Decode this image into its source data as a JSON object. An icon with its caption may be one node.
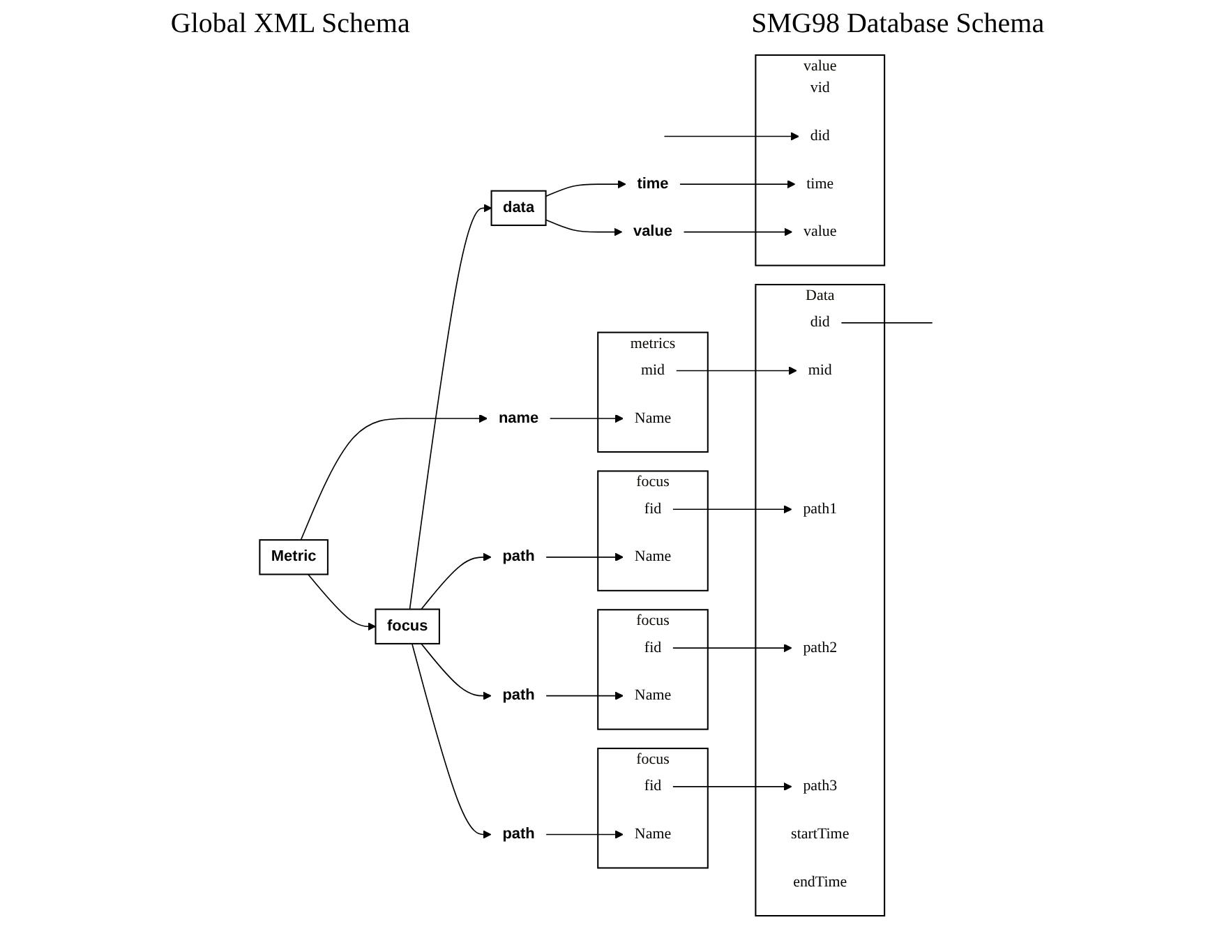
{
  "diagram": {
    "nodes": [
      {
        "text": [
          "Metric"
        ]
      },
      {
        "text": [
          "name"
        ]
      },
      {
        "text": [
          "focus"
        ]
      },
      {
        "text": [
          "path"
        ]
      },
      {
        "text": [
          "path"
        ]
      },
      {
        "text": [
          "path"
        ]
      },
      {
        "text": [
          "data"
        ]
      },
      {
        "text": [
          "time"
        ]
      },
      {
        "text": [
          "value"
        ]
      },
      {
        "text": [
          "metrics"
        ]
      },
      {
        "text": [
          "mid"
        ],
        "in": 9
      },
      {
        "text": [
          "Name"
        ],
        "in": 9
      },
      {
        "text": [
          "focus"
        ]
      },
      {
        "text": [
          "fid"
        ],
        "in": 12
      },
      {
        "text": [
          "Name"
        ],
        "in": 12
      },
      {
        "text": [
          "focus"
        ]
      },
      {
        "text": [
          "fid"
        ],
        "in": 15
      },
      {
        "text": [
          "Name"
        ],
        "in": 15
      },
      {
        "text": [
          "focus"
        ]
      },
      {
        "text": [
          "fid"
        ],
        "in": 18
      },
      {
        "text": [
          "Name"
        ],
        "in": 18
      },
      {
        "text": [
          "Data"
        ]
      },
      {
        "text": [
          "did"
        ],
        "in": 21
      },
      {
        "text": [
          "mid"
        ],
        "in": 21
      },
      {
        "text": [
          "path1"
        ],
        "in": 21
      },
      {
        "text": [
          "path2"
        ],
        "in": 21
      },
      {
        "text": [
          "path3"
        ],
        "in": 21
      },
      {
        "text": [
          "startTime"
        ],
        "in": 21
      },
      {
        "text": [
          "endTime"
        ],
        "in": 21
      },
      {
        "text": [
          "value"
        ]
      },
      {
        "text": [
          "vid"
        ],
        "in": 29
      },
      {
        "text": [
          "did"
        ],
        "in": 29
      },
      {
        "text": [
          "time"
        ],
        "in": 29
      },
      {
        "text": [
          "value"
        ],
        "in": 29
      }
    ],
    "edges": [
      {
        "from": 0,
        "to": 1,
        "arrow": "to"
      },
      {
        "from": 0,
        "to": 2,
        "arrow": "to"
      },
      {
        "from": 2,
        "to": 3,
        "arrow": "to"
      },
      {
        "from": 2,
        "to": 4,
        "arrow": "to"
      },
      {
        "from": 2,
        "to": 5,
        "arrow": "to"
      },
      {
        "from": 2,
        "to": 6,
        "arrow": "to"
      },
      {
        "from": 6,
        "to": 7,
        "arrow": "to"
      },
      {
        "from": 6,
        "to": 8,
        "arrow": "to"
      },
      {
        "from": 1,
        "to": 11,
        "arrow": "to"
      },
      {
        "from": 3,
        "to": 14,
        "arrow": "to"
      },
      {
        "from": 4,
        "to": 17,
        "arrow": "to"
      },
      {
        "from": 5,
        "to": 20,
        "arrow": "to"
      },
      {
        "from": 10,
        "to": 23,
        "arrow": "to"
      },
      {
        "from": 13,
        "to": 24,
        "arrow": "to"
      },
      {
        "from": 16,
        "to": 25,
        "arrow": "to"
      },
      {
        "from": 19,
        "to": 26,
        "arrow": "to"
      },
      {
        "from": 22,
        "to": null,
        "arrow": "none"
      },
      {
        "from": null,
        "to": 31,
        "arrow": "to"
      },
      {
        "from": 7,
        "to": 32,
        "arrow": "to"
      },
      {
        "from": 8,
        "to": 33,
        "arrow": "to"
      }
    ],
    "labels": [
      "Global XML Schema",
      "SMG98 Database Schema"
    ]
  }
}
